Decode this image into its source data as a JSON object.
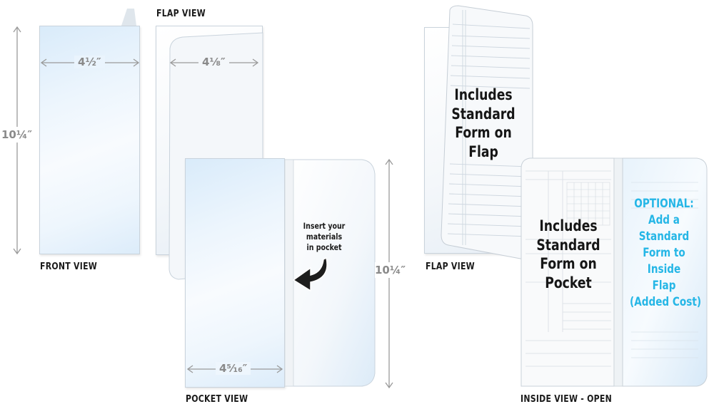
{
  "views": {
    "front": {
      "label": "FRONT VIEW",
      "width": "4½″",
      "height": "10¼″"
    },
    "flap": {
      "label": "FLAP VIEW",
      "width": "4⅛″"
    },
    "pocket": {
      "label": "POCKET VIEW",
      "width": "4⁵⁄₁₆″",
      "height": "10¼″",
      "note_lines": [
        "Insert your",
        "materials",
        "in pocket"
      ]
    },
    "flap_form": {
      "label": "FLAP VIEW",
      "callout_lines": [
        "Includes",
        "Standard",
        "Form on",
        "Flap"
      ]
    },
    "inside_open": {
      "label": "INSIDE VIEW - OPEN",
      "callout_lines": [
        "Includes",
        "Standard",
        "Form on",
        "Pocket"
      ],
      "optional_lines": [
        "OPTIONAL:",
        "Add a",
        "Standard",
        "Form to",
        "Inside",
        "Flap",
        "(Added Cost)"
      ]
    }
  },
  "colors": {
    "accent": "#25b6e6",
    "label_text": "#1b1b1b",
    "dimension_gray": "#8a8a8a",
    "panel_tint": "#e3f0fb"
  },
  "icons": [
    "arrow-double-headed",
    "curved-arrow-down-left"
  ]
}
